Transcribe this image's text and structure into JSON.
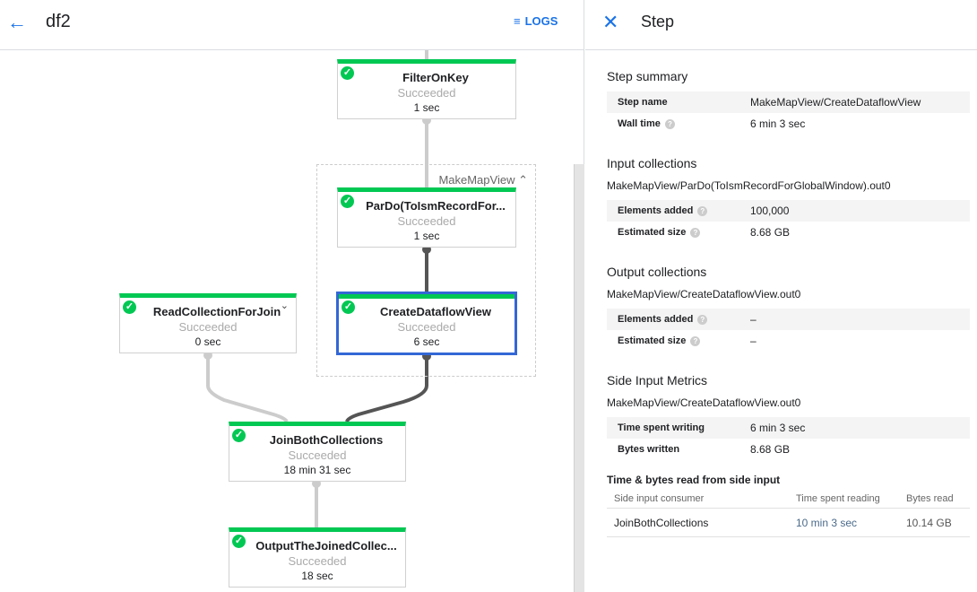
{
  "header": {
    "title": "df2",
    "back_icon": "arrow-left-icon",
    "logs_label": "LOGS",
    "logs_icon": "list-icon"
  },
  "graph": {
    "group_label": "MakeMapView",
    "nodes": [
      {
        "name": "FilterOnKey",
        "status": "Succeeded",
        "time": "1 sec"
      },
      {
        "name": "ParDo(ToIsmRecordFor...",
        "status": "Succeeded",
        "time": "1 sec"
      },
      {
        "name": "CreateDataflowView",
        "status": "Succeeded",
        "time": "6 sec"
      },
      {
        "name": "ReadCollectionForJoin",
        "status": "Succeeded",
        "time": "0 sec"
      },
      {
        "name": "JoinBothCollections",
        "status": "Succeeded",
        "time": "18 min 31 sec"
      },
      {
        "name": "OutputTheJoinedCollec...",
        "status": "Succeeded",
        "time": "18 sec"
      }
    ],
    "status_color": "#00c853",
    "selected_color": "#3367d6"
  },
  "panel": {
    "title": "Step",
    "summary": {
      "heading": "Step summary",
      "rows": [
        {
          "k": "Step name",
          "v": "MakeMapView/CreateDataflowView"
        },
        {
          "k": "Wall time",
          "v": "6 min 3 sec"
        }
      ]
    },
    "input": {
      "heading": "Input collections",
      "name": "MakeMapView/ParDo(ToIsmRecordForGlobalWindow).out0",
      "rows": [
        {
          "k": "Elements added",
          "v": "100,000"
        },
        {
          "k": "Estimated size",
          "v": "8.68 GB"
        }
      ]
    },
    "output": {
      "heading": "Output collections",
      "name": "MakeMapView/CreateDataflowView.out0",
      "rows": [
        {
          "k": "Elements added",
          "v": "–"
        },
        {
          "k": "Estimated size",
          "v": "–"
        }
      ]
    },
    "side": {
      "heading": "Side Input Metrics",
      "name": "MakeMapView/CreateDataflowView.out0",
      "rows": [
        {
          "k": "Time spent writing",
          "v": "6 min 3 sec"
        },
        {
          "k": "Bytes written",
          "v": "8.68 GB"
        }
      ]
    },
    "read": {
      "heading": "Time & bytes read from side input",
      "columns": [
        "Side input consumer",
        "Time spent reading",
        "Bytes read"
      ],
      "rows": [
        [
          "JoinBothCollections",
          "10 min 3 sec",
          "10.14 GB"
        ]
      ]
    }
  }
}
